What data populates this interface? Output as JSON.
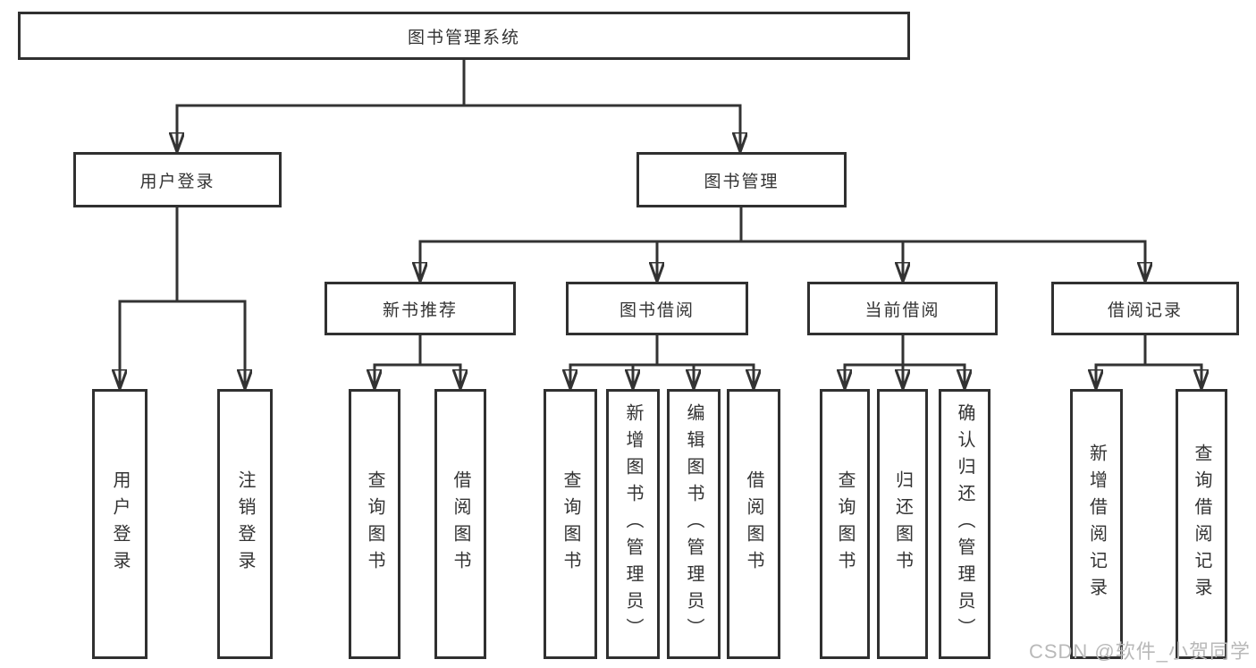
{
  "diagram": {
    "type": "hierarchy-tree",
    "root": {
      "label": "图书管理系统"
    },
    "level2": {
      "user_login": {
        "label": "用户登录"
      },
      "book_mgmt": {
        "label": "图书管理"
      }
    },
    "level3": {
      "new_book_rec": {
        "label": "新书推荐"
      },
      "book_borrow": {
        "label": "图书借阅"
      },
      "current_borrow": {
        "label": "当前借阅"
      },
      "borrow_record": {
        "label": "借阅记录"
      }
    },
    "leaves": {
      "user_login_1": {
        "label": "用户登录"
      },
      "user_login_2": {
        "label": "注销登录"
      },
      "new_book_1": {
        "label": "查询图书"
      },
      "new_book_2": {
        "label": "借阅图书"
      },
      "borrow_1": {
        "label": "查询图书"
      },
      "borrow_2": {
        "label": "新增图书（管理员）"
      },
      "borrow_3": {
        "label": "编辑图书（管理员）"
      },
      "borrow_4": {
        "label": "借阅图书"
      },
      "current_1": {
        "label": "查询图书"
      },
      "current_2": {
        "label": "归还图书"
      },
      "current_3": {
        "label": "确认归还（管理员）"
      },
      "record_1": {
        "label": "新增借阅记录"
      },
      "record_2": {
        "label": "查询借阅记录"
      }
    }
  },
  "watermark": "CSDN @软件_小贺同学",
  "colors": {
    "line": "#333333",
    "box_border": "#303030",
    "text": "#333333",
    "watermark": "#b9b9b9",
    "background": "#ffffff"
  }
}
